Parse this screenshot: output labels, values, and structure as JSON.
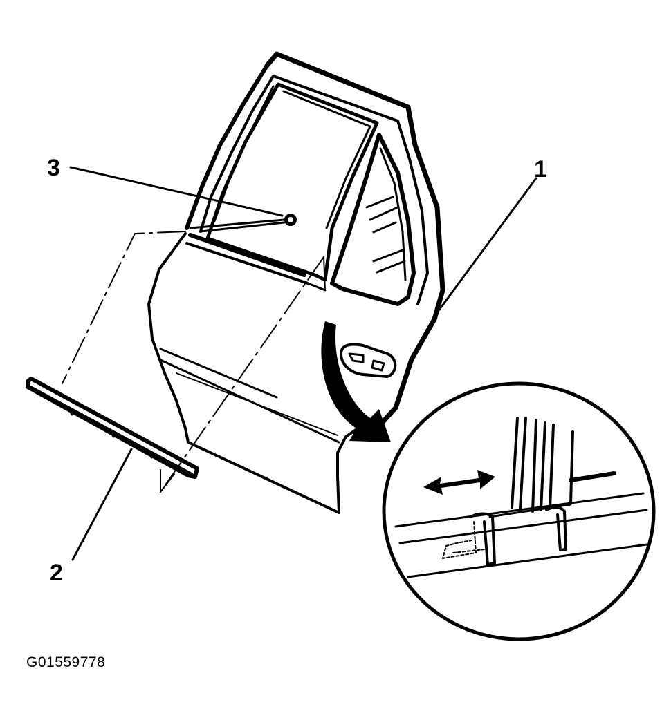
{
  "callouts": [
    {
      "number": "1",
      "part": "door"
    },
    {
      "number": "2",
      "part": "lower-molding"
    },
    {
      "number": "3",
      "part": "fastener"
    }
  ],
  "figure_id": "G01559778",
  "icons": {
    "slide_direction": "double-arrow-icon",
    "detail_pointer": "curved-arrow-icon"
  },
  "colors": {
    "ink": "#000000",
    "background": "#ffffff"
  }
}
